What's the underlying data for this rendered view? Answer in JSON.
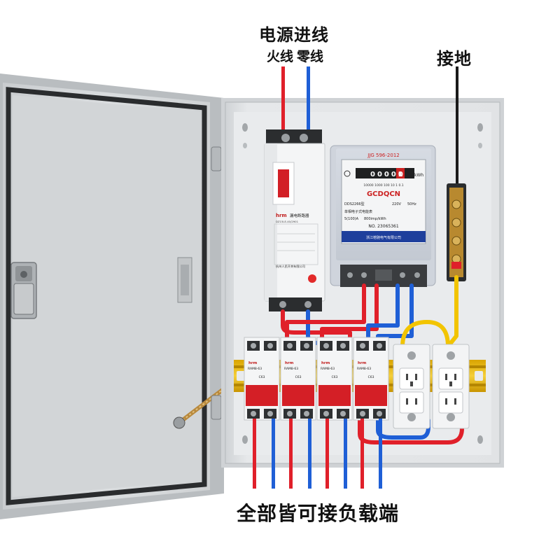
{
  "labels": {
    "power_in": "电源进线",
    "live": "火线",
    "neutral": "零线",
    "ground": "接地",
    "loads": "全部皆可接负载端"
  },
  "meter": {
    "standard": "JJG 596-2012",
    "reading": "00000",
    "reading_decimal": "1",
    "unit": "kWh",
    "scale": "10000  1000  100  10  1  0.1",
    "brand": "GCDQCN",
    "model": "DDS2266型",
    "voltage": "220V",
    "frequency": "50Hz",
    "subtitle": "单相电子式电能表",
    "current": "5(100)A",
    "constant": "800imp/kWh",
    "serial": "NO. 23065361",
    "maker": "浙江榕驰电气有限公司"
  },
  "rcd": {
    "brand": "hrm",
    "name": "漏电断路器",
    "model": "DZ15LE-40/2901",
    "maker": "杭州人民开关有限公司"
  },
  "breakers": [
    {
      "brand": "hrm",
      "model": "RAM8-63",
      "rating": "C63"
    },
    {
      "brand": "hrm",
      "model": "RAM8-63",
      "rating": "C63"
    },
    {
      "brand": "hrm",
      "model": "RAM8-63",
      "rating": "C63"
    },
    {
      "brand": "hrm",
      "model": "RAM8-63",
      "rating": "C63"
    }
  ],
  "colors": {
    "live_wire": "#e0202a",
    "neutral_wire": "#1f5fd6",
    "ground_wire": "#f2c400",
    "cabinet": "#e4e6e8",
    "door_panel": "#d7dadc"
  }
}
